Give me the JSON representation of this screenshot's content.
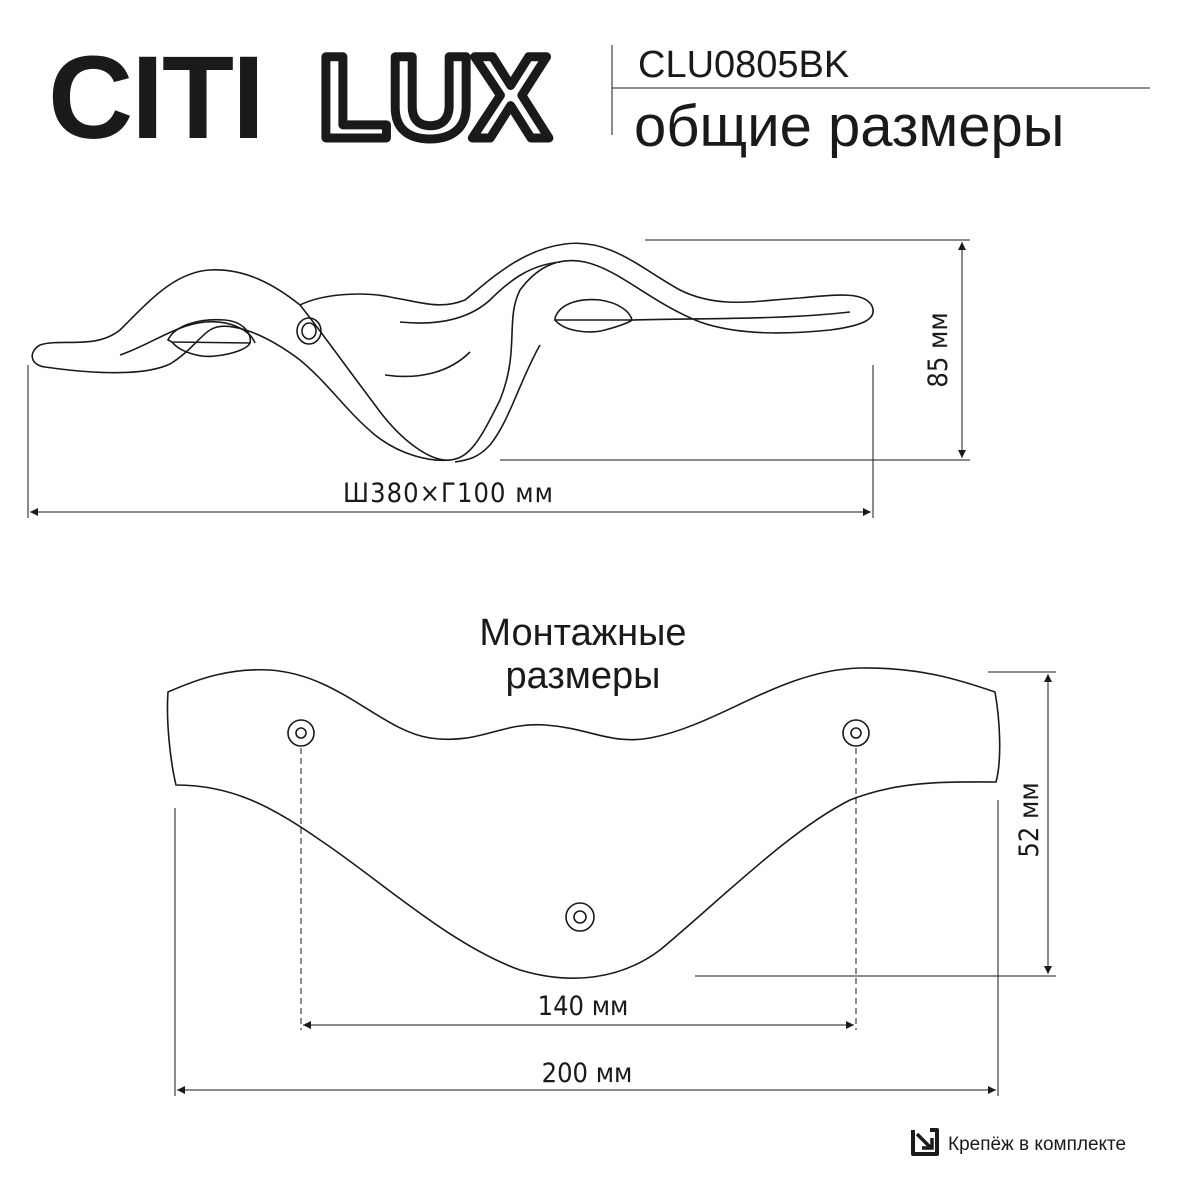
{
  "header": {
    "logo_solid": "CITI",
    "logo_outline": "LUX",
    "model": "CLU0805BK",
    "subtitle": "общие размеры"
  },
  "overall": {
    "width_depth_label": "Ш380×Г100 мм",
    "height_label": "85 мм"
  },
  "mounting": {
    "title_line1": "Монтажные",
    "title_line2": "размеры",
    "hole_spacing_label": "140 мм",
    "plate_width_label": "200 мм",
    "plate_height_label": "52 мм"
  },
  "footer": {
    "note": "Крепёж в комплекте",
    "note_icon": "arrow-into-box-icon"
  },
  "colors": {
    "ink": "#1a1a1a",
    "background": "#ffffff"
  }
}
